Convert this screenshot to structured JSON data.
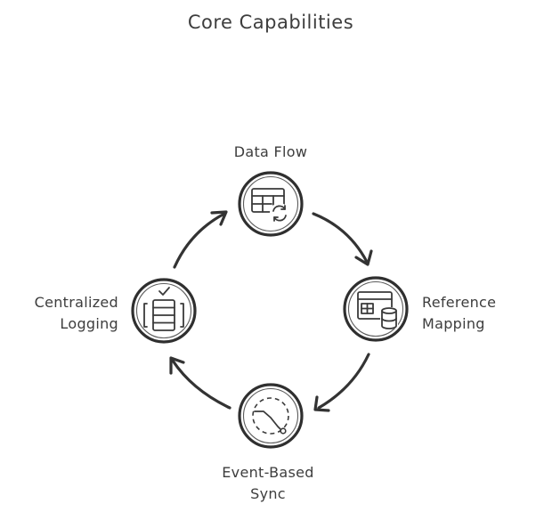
{
  "title": "Core Capabilities",
  "nodes": {
    "data_flow": {
      "label": "Data Flow",
      "icon": "table-sync-icon"
    },
    "reference_mapping": {
      "label_line1": "Reference",
      "label_line2": "Mapping",
      "icon": "table-database-icon"
    },
    "event_based_sync": {
      "label_line1": "Event-Based",
      "label_line2": "Sync",
      "icon": "gauge-icon"
    },
    "centralized_logging": {
      "label_line1": "Centralized",
      "label_line2": "Logging",
      "icon": "server-check-icon"
    }
  },
  "colors": {
    "stroke": "#2f2f2f",
    "text": "#3d3d3d",
    "background": "#ffffff"
  }
}
